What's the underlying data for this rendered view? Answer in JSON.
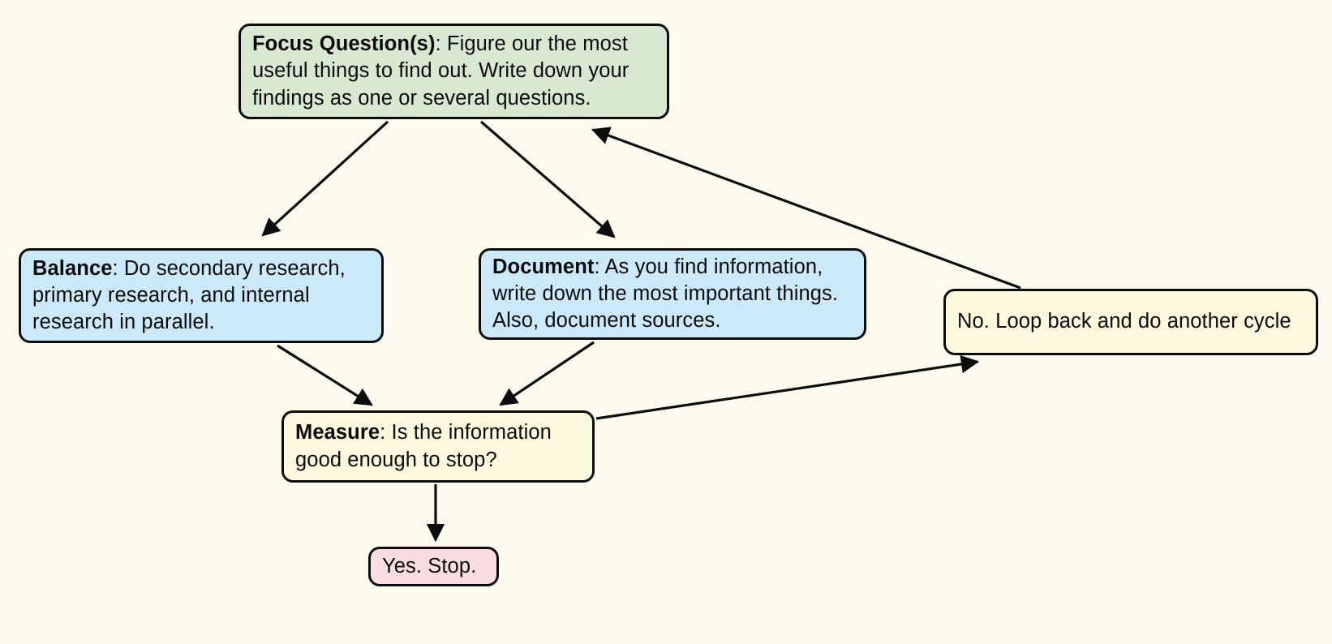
{
  "diagram": {
    "title": "Research cycle flowchart",
    "background_color": "#fdfbee",
    "stroke_color": "#0d0d0d",
    "nodes": [
      {
        "id": "focus",
        "label_bold": "Focus Question(s)",
        "label_rest": ": Figure our the most useful things to find out. Write down your findings as one or several questions.",
        "full_text": "Focus Question(s): Figure our the most useful things to find out. Write down your findings as one or several questions.",
        "fill": "#d9e8d0",
        "shape": "rounded-rectangle"
      },
      {
        "id": "balance",
        "label_bold": "Balance",
        "label_rest": ": Do secondary research, primary research, and internal research in parallel.",
        "full_text": "Balance: Do secondary research, primary research, and internal research in parallel.",
        "fill": "#cbe9f8",
        "shape": "rounded-rectangle"
      },
      {
        "id": "document",
        "label_bold": "Document",
        "label_rest": ": As you find information, write down the most important things. Also, document sources.",
        "full_text": "Document: As you find information, write down the most important things. Also, document sources.",
        "fill": "#cbe9f8",
        "shape": "rounded-rectangle"
      },
      {
        "id": "loop",
        "label_bold": "",
        "label_rest": "No. Loop back and do another cycle",
        "full_text": "No. Loop back and do another cycle",
        "fill": "#fcf8dd",
        "shape": "rounded-rectangle"
      },
      {
        "id": "measure",
        "label_bold": "Measure",
        "label_rest": ": Is the information good enough to stop?",
        "full_text": "Measure: Is the information good enough to stop?",
        "fill": "#fcf8dd",
        "shape": "rounded-rectangle"
      },
      {
        "id": "stop",
        "label_bold": "",
        "label_rest": "Yes. Stop.",
        "full_text": "Yes. Stop.",
        "fill": "#f9dde1",
        "shape": "rounded-rectangle"
      }
    ],
    "edges": [
      {
        "id": "focus-to-balance",
        "from": "focus",
        "to": "balance",
        "label": ""
      },
      {
        "id": "focus-to-document",
        "from": "focus",
        "to": "document",
        "label": ""
      },
      {
        "id": "balance-to-measure",
        "from": "balance",
        "to": "measure",
        "label": ""
      },
      {
        "id": "document-to-measure",
        "from": "document",
        "to": "measure",
        "label": ""
      },
      {
        "id": "measure-to-loop",
        "from": "measure",
        "to": "loop",
        "label": ""
      },
      {
        "id": "loop-to-focus",
        "from": "loop",
        "to": "focus",
        "label": ""
      },
      {
        "id": "measure-to-stop",
        "from": "measure",
        "to": "stop",
        "label": ""
      }
    ]
  }
}
